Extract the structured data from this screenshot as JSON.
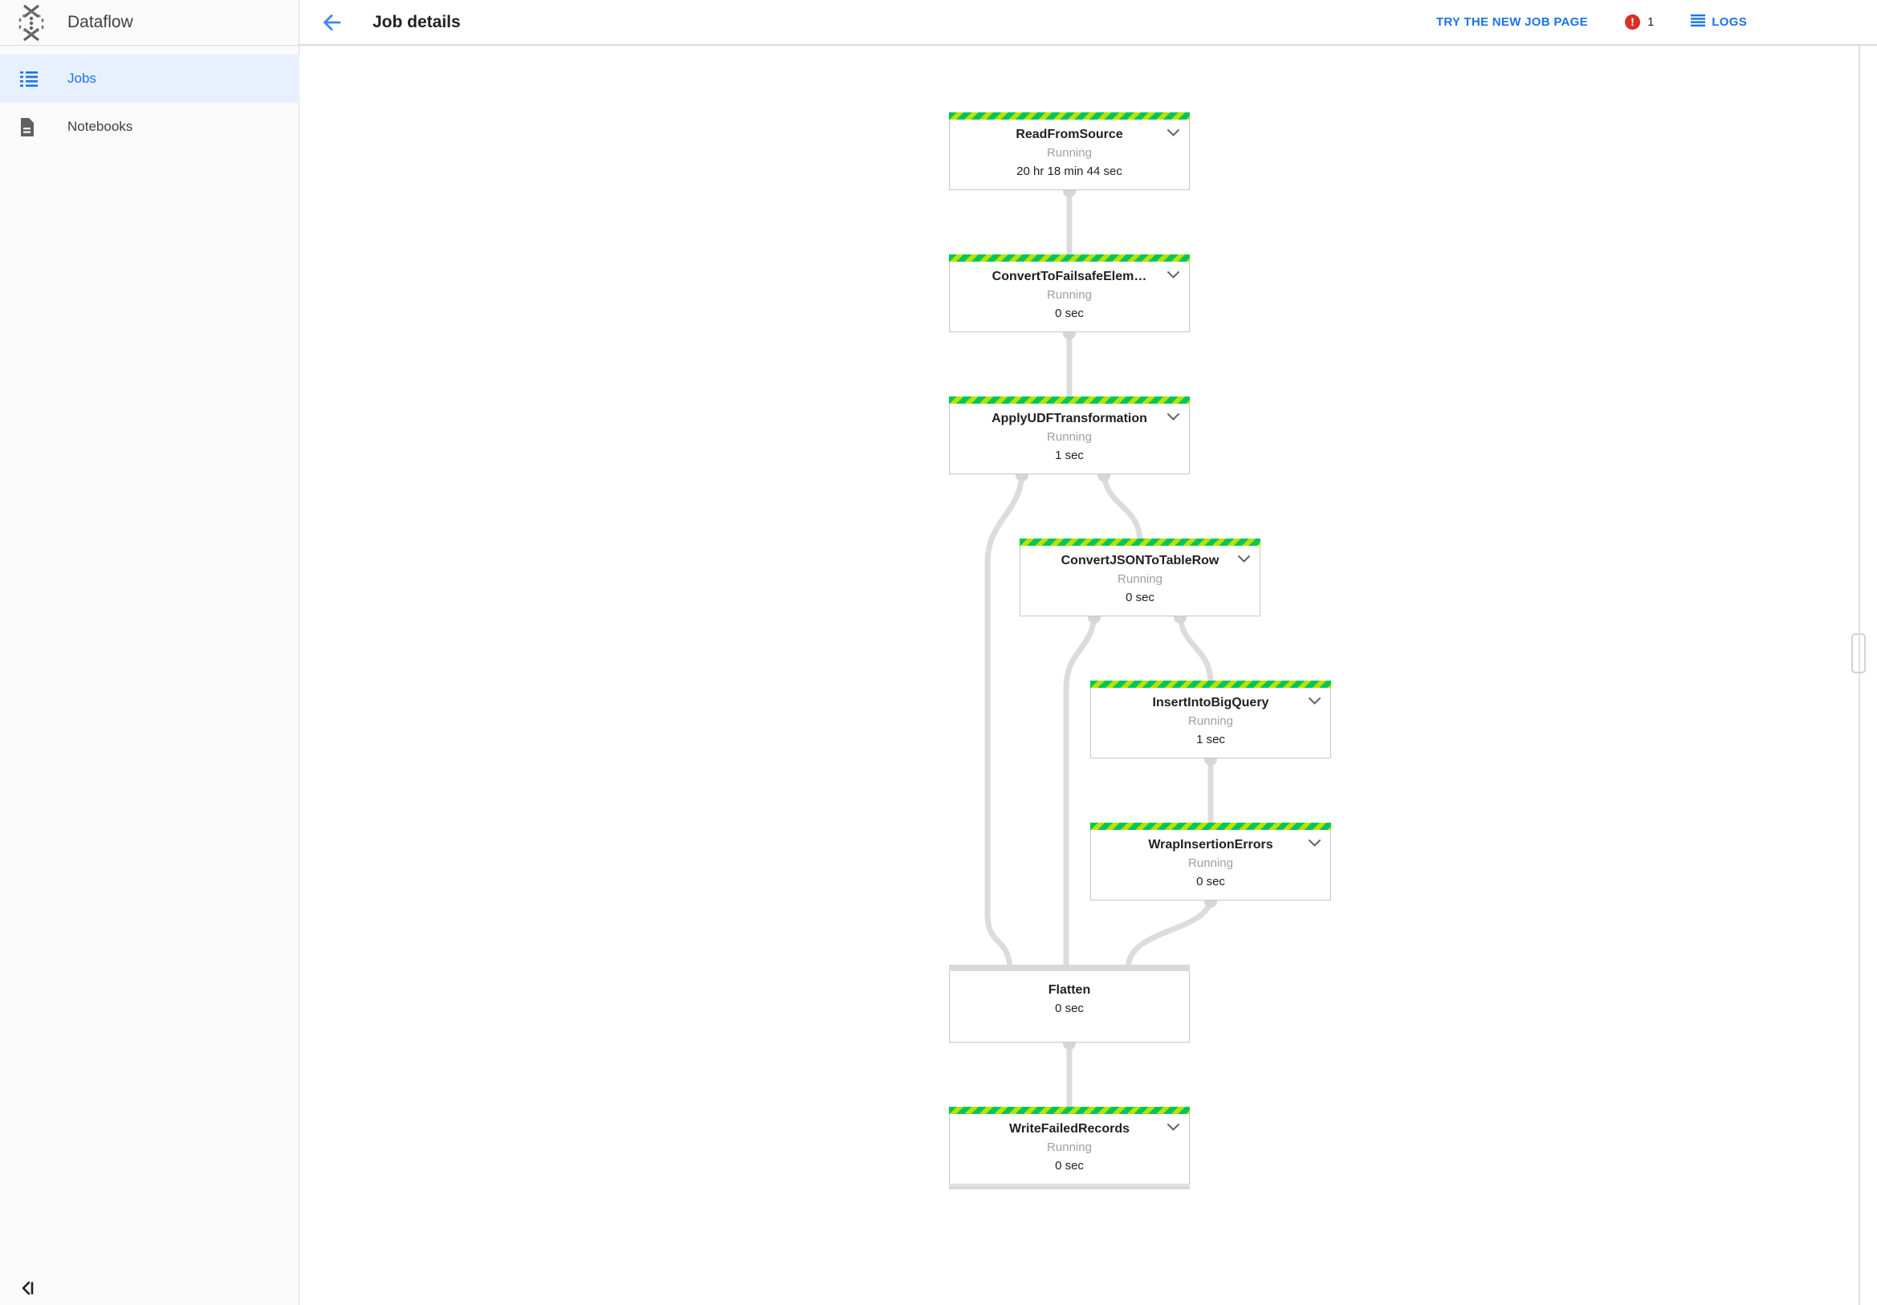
{
  "app": {
    "name": "Dataflow"
  },
  "sidebar": {
    "items": [
      {
        "label": "Jobs",
        "icon": "list-icon",
        "selected": true
      },
      {
        "label": "Notebooks",
        "icon": "document-icon",
        "selected": false
      }
    ]
  },
  "header": {
    "title": "Job details",
    "back_icon": "arrow-back-icon",
    "actions": {
      "try_new_job_page": "TRY THE NEW JOB PAGE",
      "error_count": "1",
      "logs_label": "LOGS"
    }
  },
  "graph": {
    "nodes": [
      {
        "id": "read-from-source",
        "label": "ReadFromSource",
        "status": "Running",
        "duration": "20 hr 18 min 44 sec",
        "striped": true,
        "chevron": true
      },
      {
        "id": "convert-to-failsafe",
        "label": "ConvertToFailsafeElem…",
        "status": "Running",
        "duration": "0 sec",
        "striped": true,
        "chevron": true
      },
      {
        "id": "apply-udf-transformation",
        "label": "ApplyUDFTransformation",
        "status": "Running",
        "duration": "1 sec",
        "striped": true,
        "chevron": true
      },
      {
        "id": "convert-json-to-tablerow",
        "label": "ConvertJSONToTableRow",
        "status": "Running",
        "duration": "0 sec",
        "striped": true,
        "chevron": true
      },
      {
        "id": "insert-into-bigquery",
        "label": "InsertIntoBigQuery",
        "status": "Running",
        "duration": "1 sec",
        "striped": true,
        "chevron": true
      },
      {
        "id": "wrap-insertion-errors",
        "label": "WrapInsertionErrors",
        "status": "Running",
        "duration": "0 sec",
        "striped": true,
        "chevron": true
      },
      {
        "id": "flatten",
        "label": "Flatten",
        "status": "",
        "duration": "0 sec",
        "striped": false,
        "chevron": false,
        "top_bar": true
      },
      {
        "id": "write-failed-records",
        "label": "WriteFailedRecords",
        "status": "Running",
        "duration": "0 sec",
        "striped": true,
        "chevron": true,
        "bottom_bar": true
      }
    ],
    "edges": [
      [
        "read-from-source",
        "convert-to-failsafe"
      ],
      [
        "convert-to-failsafe",
        "apply-udf-transformation"
      ],
      [
        "apply-udf-transformation",
        "convert-json-to-tablerow"
      ],
      [
        "apply-udf-transformation",
        "flatten"
      ],
      [
        "convert-json-to-tablerow",
        "insert-into-bigquery"
      ],
      [
        "convert-json-to-tablerow",
        "flatten"
      ],
      [
        "insert-into-bigquery",
        "wrap-insertion-errors"
      ],
      [
        "wrap-insertion-errors",
        "flatten"
      ],
      [
        "flatten",
        "write-failed-records"
      ]
    ]
  },
  "colors": {
    "accent_blue": "#1a73e8",
    "error_red": "#d93025",
    "running_green": "#00c45a",
    "running_lime": "#b5e300",
    "edge_gray": "#dcdcdc"
  }
}
